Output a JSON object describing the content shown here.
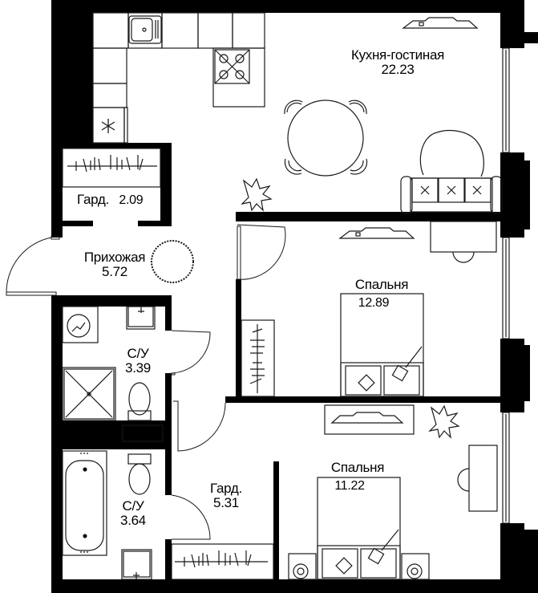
{
  "colors": {
    "wall": "#000000",
    "line": "#1a1a1a",
    "background": "#ffffff"
  },
  "rooms": [
    {
      "id": "kitchen-living",
      "name": "Кухня-гостиная",
      "area": "22.23"
    },
    {
      "id": "wardrobe-small",
      "name": "Гард.",
      "area": "2.09"
    },
    {
      "id": "hallway",
      "name": "Прихожая",
      "area": "5.72"
    },
    {
      "id": "bathroom-1",
      "name": "С/У",
      "area": "3.39"
    },
    {
      "id": "bathroom-2",
      "name": "С/У",
      "area": "3.64"
    },
    {
      "id": "wardrobe-large",
      "name": "Гард.",
      "area": "5.31"
    },
    {
      "id": "bedroom-1",
      "name": "Спальня",
      "area": "12.89"
    },
    {
      "id": "bedroom-2",
      "name": "Спальня",
      "area": "11.22"
    }
  ],
  "icons": {
    "fridge": "snowflake-icon",
    "boiler": "boiler-icon",
    "plant": "plant-icon"
  }
}
